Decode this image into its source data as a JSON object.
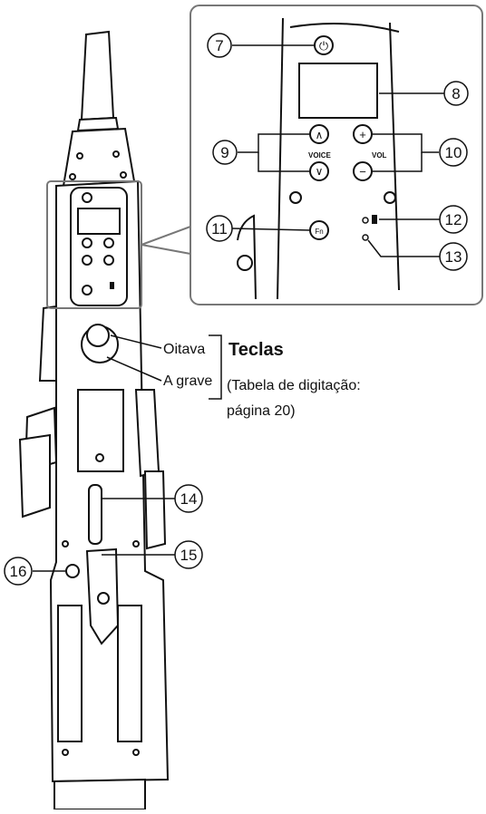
{
  "panel": {
    "voice_label": "VOICE",
    "vol_label": "VOL",
    "fn_label": "Fn",
    "power_glyph": "⏻",
    "up_glyph": "∧",
    "down_glyph": "∨",
    "plus_glyph": "+",
    "minus_glyph": "−"
  },
  "callouts": {
    "n7": "7",
    "n8": "8",
    "n9": "9",
    "n10": "10",
    "n11": "11",
    "n12": "12",
    "n13": "13",
    "n14": "14",
    "n15": "15",
    "n16": "16"
  },
  "keys": {
    "oitava": "Oitava",
    "a_grave": "A grave",
    "teclas": "Teclas",
    "note_line1": "(Tabela de digitação:",
    "note_line2": "página 20)"
  }
}
